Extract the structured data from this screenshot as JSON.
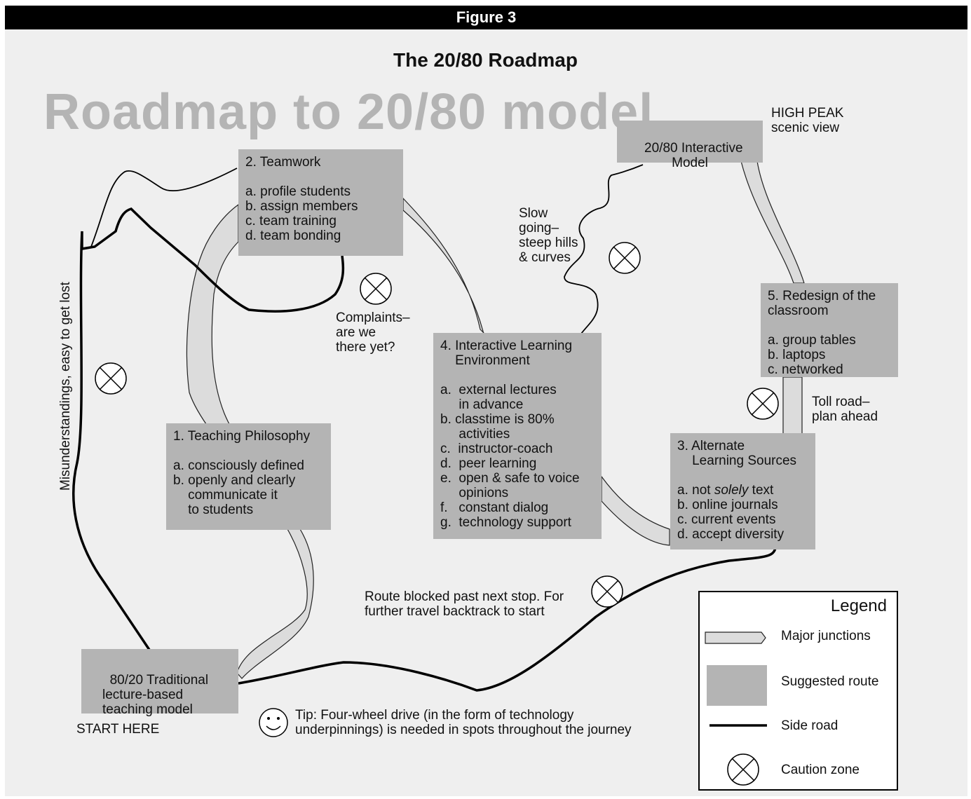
{
  "header": {
    "figure_label": "Figure 3",
    "subtitle": "The 20/80 Roadmap",
    "big_title": "Roadmap to 20/80 model"
  },
  "stops": {
    "start_box": "80/20 Traditional\nlecture-based\nteaching model",
    "start_label": "START HERE",
    "box1": {
      "title": "1. Teaching Philosophy",
      "items": [
        "a. consciously defined",
        "b. openly and clearly",
        "    communicate it",
        "    to students"
      ]
    },
    "box2": {
      "title": "2. Teamwork",
      "items": [
        "a. profile students",
        "b. assign members",
        "c. team training",
        "d. team bonding"
      ]
    },
    "box3": {
      "title": "3. Alternate\n    Learning Sources",
      "items": [
        "a. not solely text",
        "b. online journals",
        "c. current events",
        "d. accept diversity"
      ]
    },
    "box4": {
      "title": "4. Interactive Learning\n    Environment",
      "items": [
        "a.  external lectures",
        "     in advance",
        "b. classtime is 80%",
        "     activities",
        "c.  instructor-coach",
        "d.  peer learning",
        "e.  open & safe to voice",
        "     opinions",
        "f.   constant dialog",
        "g.  technology support"
      ]
    },
    "box5": {
      "title": "5. Redesign of the\nclassroom",
      "items": [
        "a. group tables",
        "b. laptops",
        "c. networked"
      ]
    },
    "goal_box": "20/80 Interactive\nModel"
  },
  "annotations": {
    "misunderstandings": "Misunderstandings, easy to get lost",
    "complaints": "Complaints–\nare we\nthere yet?",
    "slow_going": "Slow\ngoing–\nsteep hills\n& curves",
    "high_peak": "HIGH PEAK\nscenic view",
    "toll_road": "Toll road–\nplan ahead",
    "route_blocked": "Route blocked past next stop. For\nfurther travel backtrack to start",
    "tip": "Tip: Four-wheel drive (in the form of technology\nunderpinnings) is needed in spots throughout the journey"
  },
  "legend": {
    "title": "Legend",
    "major_junctions": "Major junctions",
    "suggested_route": "Suggested route",
    "side_road": "Side road",
    "caution_zone": "Caution zone"
  },
  "colors": {
    "box_fill": "#b4b4b4",
    "road_fill": "#dcdcdc",
    "panel": "#efefef",
    "title_gray": "#b4b4b4"
  }
}
